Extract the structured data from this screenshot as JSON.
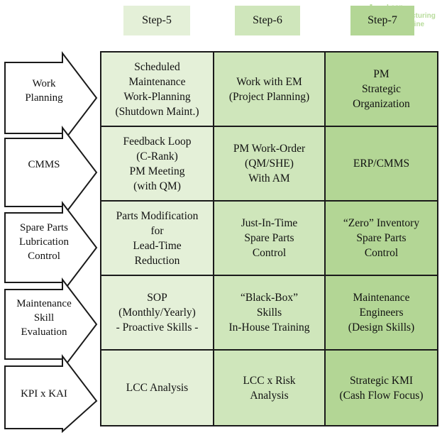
{
  "logo": {
    "text_line1": "Lean",
    "text_line2": "Manufacturing",
    "text_line3": "Online",
    "color": "#b8dc9c"
  },
  "colors": {
    "step5": "#e4f0d8",
    "step6": "#cfe6bb",
    "step7": "#b3d695",
    "border": "#1a1a1a"
  },
  "steps": [
    {
      "label": "Step-5"
    },
    {
      "label": "Step-6"
    },
    {
      "label": "Step-7"
    }
  ],
  "rows": [
    {
      "label": "Work\nPlanning",
      "cells": [
        "Scheduled\nMaintenance\nWork-Planning\n(Shutdown Maint.)",
        "Work with EM\n(Project Planning)",
        "PM\nStrategic\nOrganization"
      ]
    },
    {
      "label": "CMMS",
      "cells": [
        "Feedback Loop\n(C-Rank)\nPM Meeting\n(with QM)",
        "PM Work-Order\n(QM/SHE)\nWith AM",
        "ERP/CMMS"
      ]
    },
    {
      "label": "Spare Parts\nLubrication\nControl",
      "cells": [
        "Parts Modification\nfor\nLead-Time\nReduction",
        "Just-In-Time\nSpare Parts\nControl",
        "“Zero” Inventory\nSpare Parts\nControl"
      ]
    },
    {
      "label": "Maintenance\nSkill\nEvaluation",
      "cells": [
        "SOP\n(Monthly/Yearly)\n- Proactive Skills -",
        "“Black-Box”\nSkills\nIn-House Training",
        "Maintenance\nEngineers\n(Design Skills)"
      ]
    },
    {
      "label": "KPI x KAI",
      "cells": [
        "LCC Analysis",
        "LCC x Risk\nAnalysis",
        "Strategic KMI\n(Cash Flow Focus)"
      ]
    }
  ]
}
